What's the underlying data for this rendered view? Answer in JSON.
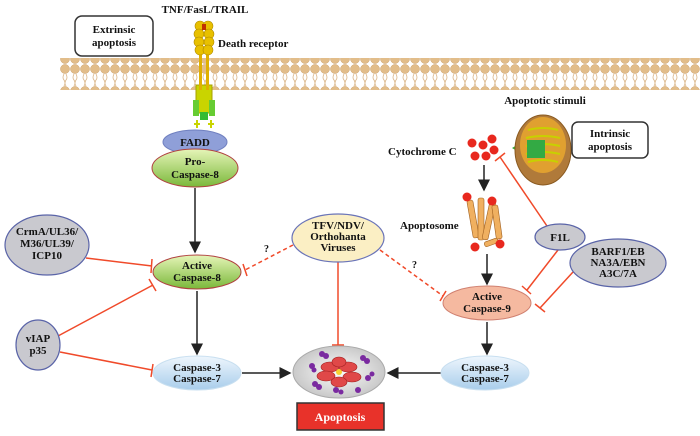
{
  "labels": {
    "extrinsic": [
      "Extrinsic",
      "apoptosis"
    ],
    "intrinsic": [
      "Intrinsic",
      "apoptosis"
    ],
    "ligands": "TNF/FasL/TRAIL",
    "death_receptor": "Death receptor",
    "apoptotic_stimuli": "Apoptotic stimuli",
    "cytochrome_c": "Cytochrome C",
    "apoptosome": "Apoptosome",
    "question_mark": "?"
  },
  "nodes": {
    "fadd": [
      "FADD"
    ],
    "pro_caspase8": [
      "Pro-",
      "Caspase-8"
    ],
    "active_caspase8": [
      "Active",
      "Caspase-8"
    ],
    "caspase37_left": [
      "Caspase-3",
      "Caspase-7"
    ],
    "tfv": [
      "TFV/NDV/",
      "Orthohanta",
      "Viruses"
    ],
    "active_caspase9": [
      "Active",
      "Caspase-9"
    ],
    "caspase37_right": [
      "Caspase-3",
      "Caspase-7"
    ],
    "crma": [
      "CrmA/UL36/",
      "M36/UL39/",
      "ICP10"
    ],
    "viap": [
      "vIAP",
      "p35"
    ],
    "f1l": [
      "F1L"
    ],
    "barf1": [
      "BARF1/EB",
      "NA3A/EBN",
      "A3C/7A"
    ],
    "apoptosis": "Apoptosis"
  },
  "colors": {
    "inhibition": "#f04a2a",
    "activation": "#222222",
    "apoptosis_box": "#e8322a",
    "membrane": "#e8c79a"
  }
}
